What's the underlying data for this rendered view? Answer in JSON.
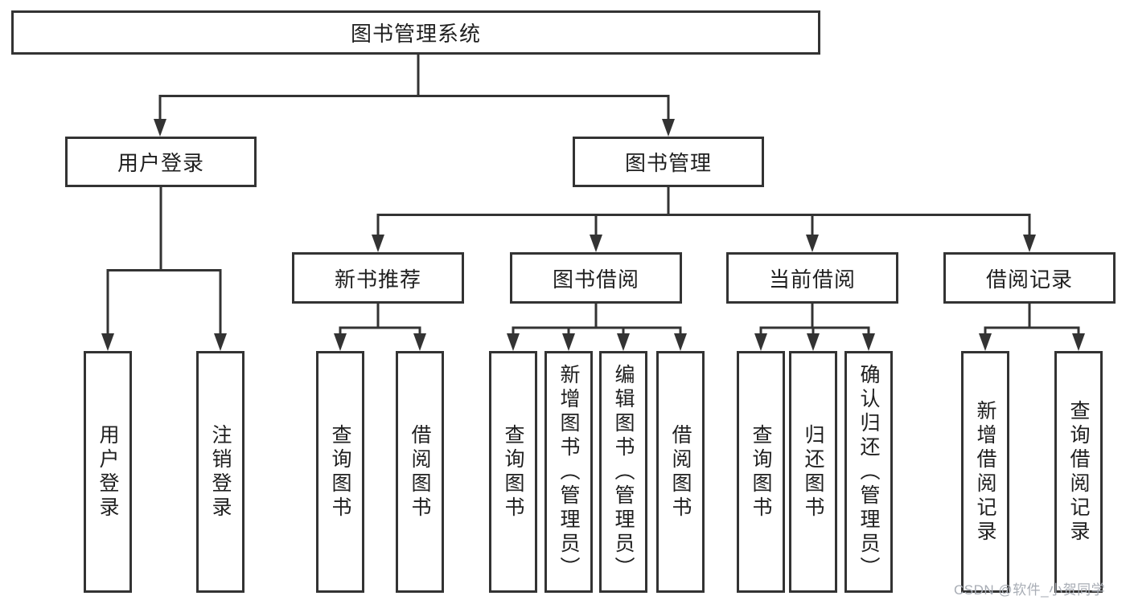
{
  "diagram": {
    "root_label": "图书管理系统",
    "l2": [
      {
        "label": "用户登录"
      },
      {
        "label": "图书管理"
      }
    ],
    "l3": [
      {
        "label": "新书推荐",
        "parent": "图书管理"
      },
      {
        "label": "图书借阅",
        "parent": "图书管理"
      },
      {
        "label": "当前借阅",
        "parent": "图书管理"
      },
      {
        "label": "借阅记录",
        "parent": "图书管理"
      }
    ],
    "leaves": [
      {
        "label": "用户登录",
        "parent": "用户登录"
      },
      {
        "label": "注销登录",
        "parent": "用户登录"
      },
      {
        "label": "查询图书",
        "parent": "新书推荐"
      },
      {
        "label": "借阅图书",
        "parent": "新书推荐"
      },
      {
        "label": "查询图书",
        "parent": "图书借阅"
      },
      {
        "label": "新增图书（管理员）",
        "parent": "图书借阅"
      },
      {
        "label": "编辑图书（管理员）",
        "parent": "图书借阅"
      },
      {
        "label": "借阅图书",
        "parent": "图书借阅"
      },
      {
        "label": "查询图书",
        "parent": "当前借阅"
      },
      {
        "label": "归还图书",
        "parent": "当前借阅"
      },
      {
        "label": "确认归还（管理员）",
        "parent": "当前借阅"
      },
      {
        "label": "新增借阅记录",
        "parent": "借阅记录"
      },
      {
        "label": "查询借阅记录",
        "parent": "借阅记录"
      }
    ]
  },
  "watermark": {
    "text": "CSDN @软件_小贺同学"
  },
  "colors": {
    "line": "#333333",
    "box_border": "#333333",
    "box_fill": "#ffffff",
    "text": "#1f1f1f",
    "watermark": "#a8adb5",
    "background": "#ffffff"
  }
}
